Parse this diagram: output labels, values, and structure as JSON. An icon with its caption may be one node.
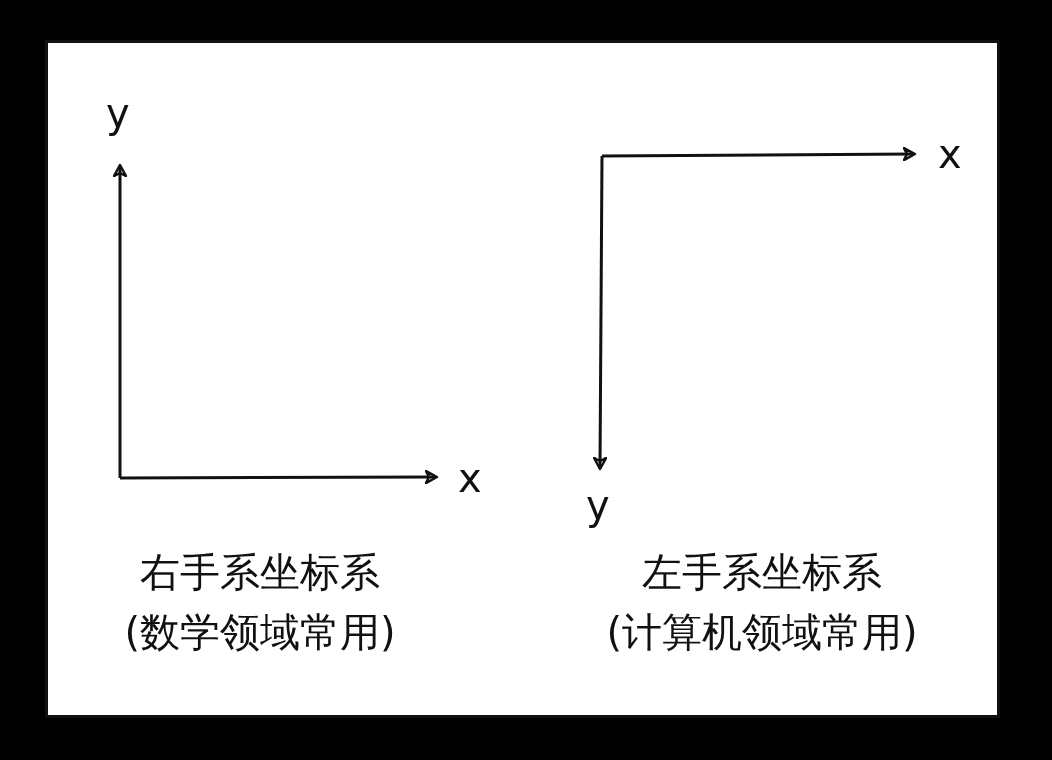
{
  "diagram": {
    "labels": [
      "y",
      "x",
      "右手系坐标系",
      "(数学领域常用)",
      "x",
      "y",
      "左手系坐标系",
      "(计算机领域常用)"
    ]
  }
}
